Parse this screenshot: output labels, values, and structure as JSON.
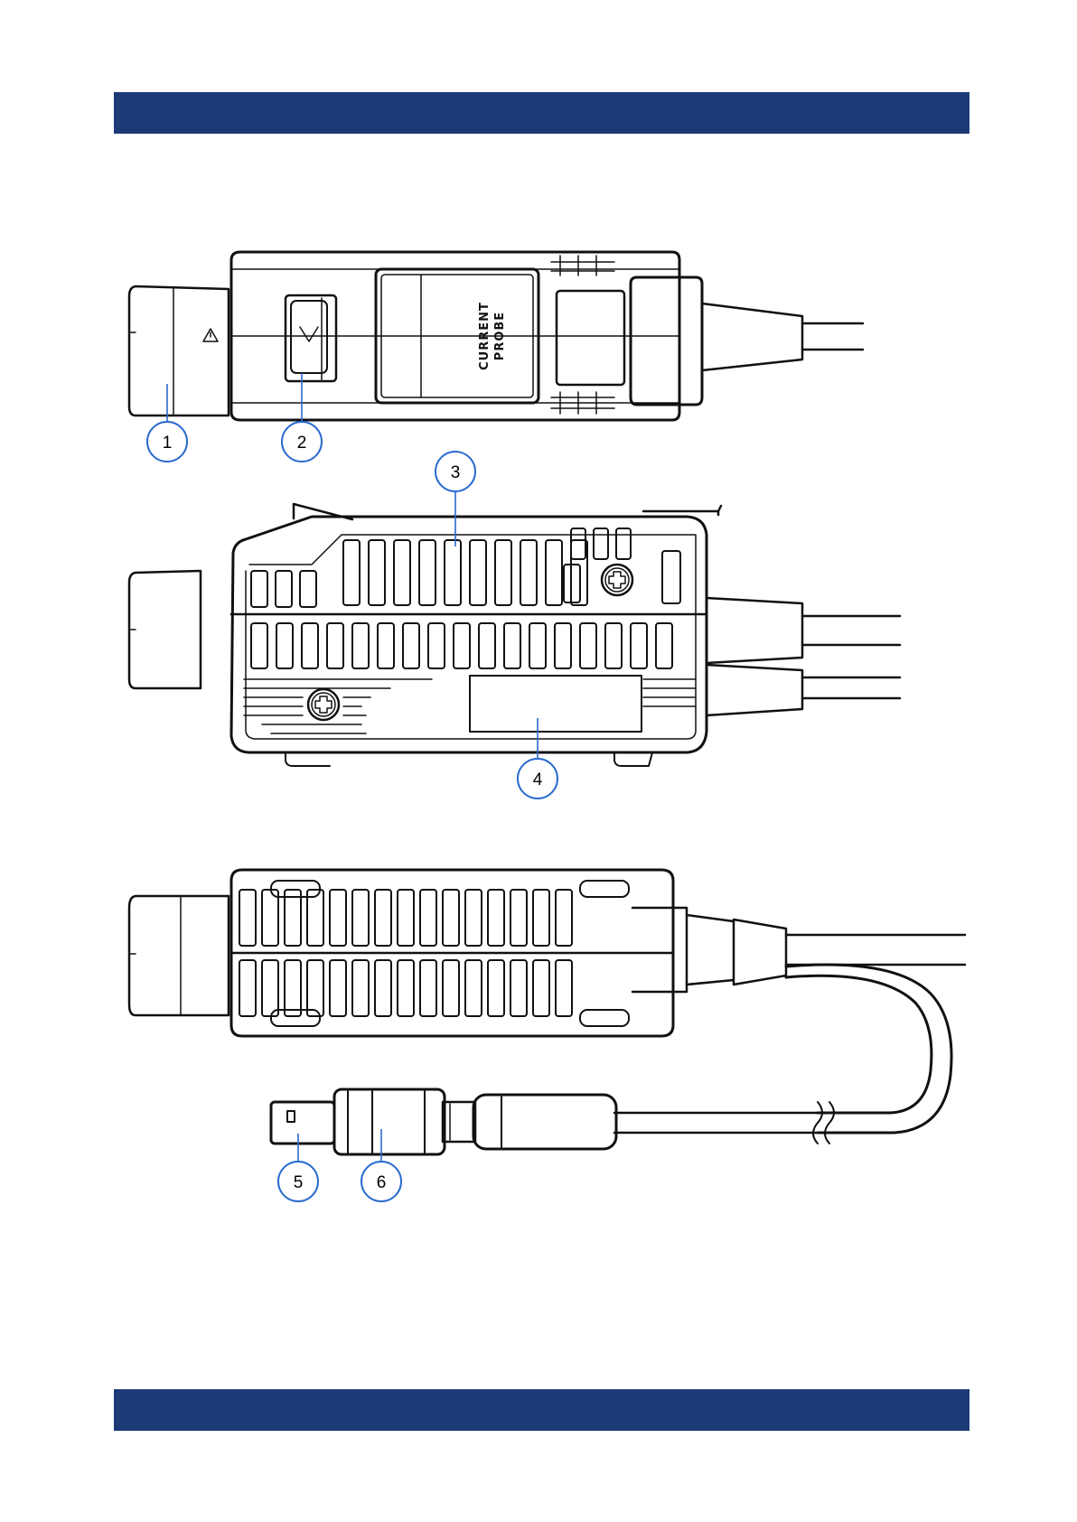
{
  "colors": {
    "band": "#1b3a76",
    "callout": "#2a6bcf",
    "ink": "#111111"
  },
  "probe_label": {
    "line1": "CURRENT",
    "line2": "PROBE"
  },
  "callouts": [
    "1",
    "2",
    "3",
    "4",
    "5",
    "6"
  ]
}
